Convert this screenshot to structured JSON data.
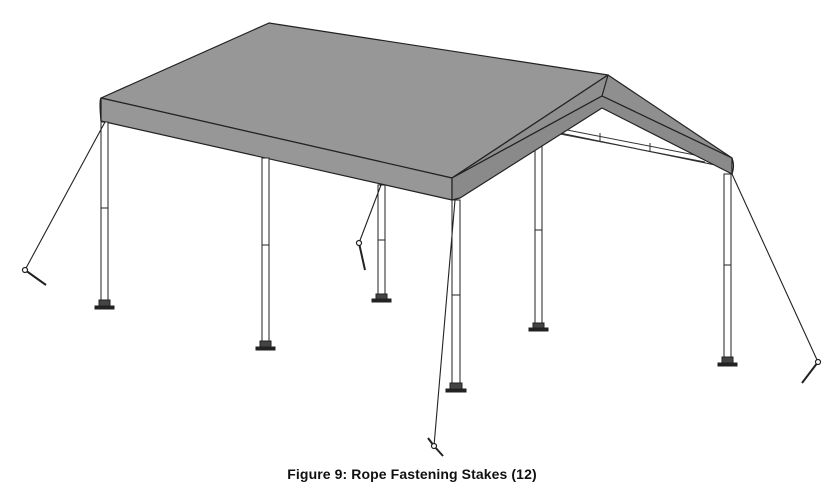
{
  "figure": {
    "caption": "Figure 9:  Rope Fastening Stakes (12)",
    "colors": {
      "canopy": "#979797",
      "canopy_dark": "#868686",
      "frame": "#ffffff",
      "line": "#222222",
      "background": "#ffffff"
    },
    "parts": [
      "canopy-roof",
      "frame-legs",
      "foot-plates",
      "guy-ropes",
      "ground-stakes"
    ]
  }
}
